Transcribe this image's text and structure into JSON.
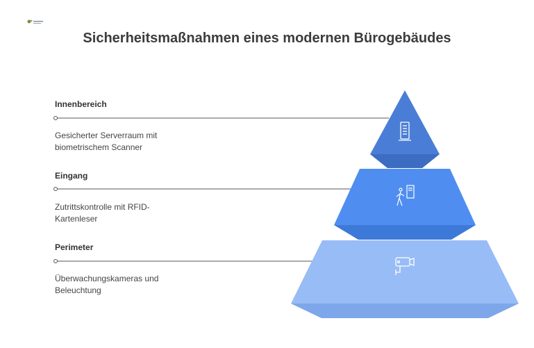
{
  "title": "Sicherheitsmaßnahmen eines modernen Bürogebäudes",
  "layers": [
    {
      "label": "Innenbereich",
      "description": "Gesicherter Serverraum mit biometrischem Scanner",
      "icon": "server-rack-icon",
      "color": "#4a7ed6"
    },
    {
      "label": "Eingang",
      "description": "Zutrittskontrolle mit RFID-Kartenleser",
      "icon": "person-entering-door-icon",
      "color": "#4f8ef0"
    },
    {
      "label": "Perimeter",
      "description": "Überwachungskameras und Beleuchtung",
      "icon": "security-camera-icon",
      "color": "#98bcf6"
    }
  ],
  "colors": {
    "title": "#3c3c3c",
    "text": "#333333",
    "connector": "#555555"
  }
}
